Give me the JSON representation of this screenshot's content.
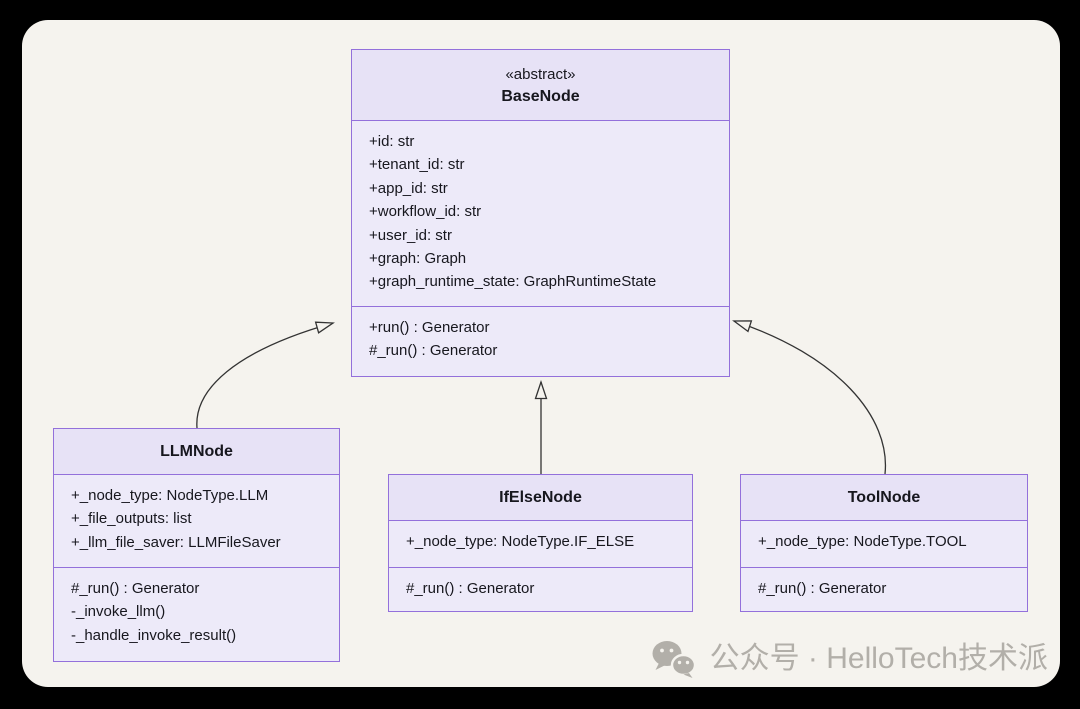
{
  "page": {
    "background": "#000000",
    "canvas_background": "#F5F3EE"
  },
  "diagram": {
    "type": "uml-class-diagram",
    "colors": {
      "node_border": "#9370DB",
      "node_header_fill": "#E7E2F6",
      "node_body_fill": "#EDEAF9",
      "arrow": "#333333",
      "text": "#17171E"
    },
    "classes": [
      {
        "stereotype": "«abstract»",
        "name": "BaseNode",
        "attributes": [
          "+id: str",
          "+tenant_id: str",
          "+app_id: str",
          "+workflow_id: str",
          "+user_id: str",
          "+graph: Graph",
          "+graph_runtime_state: GraphRuntimeState"
        ],
        "methods": [
          "+run() : Generator",
          "#_run() : Generator"
        ]
      },
      {
        "stereotype": "",
        "name": "LLMNode",
        "attributes": [
          "+_node_type: NodeType.LLM",
          "+_file_outputs: list",
          "+_llm_file_saver: LLMFileSaver"
        ],
        "methods": [
          "#_run() : Generator",
          "-_invoke_llm()",
          "-_handle_invoke_result()"
        ]
      },
      {
        "stereotype": "",
        "name": "IfElseNode",
        "attributes": [
          "+_node_type: NodeType.IF_ELSE"
        ],
        "methods": [
          "#_run() : Generator"
        ]
      },
      {
        "stereotype": "",
        "name": "ToolNode",
        "attributes": [
          "+_node_type: NodeType.TOOL"
        ],
        "methods": [
          "#_run() : Generator"
        ]
      }
    ],
    "relations": [
      {
        "from": "LLMNode",
        "to": "BaseNode",
        "type": "inheritance"
      },
      {
        "from": "IfElseNode",
        "to": "BaseNode",
        "type": "inheritance"
      },
      {
        "from": "ToolNode",
        "to": "BaseNode",
        "type": "inheritance"
      }
    ]
  },
  "watermark": {
    "text": "公众号 · HelloTech技术派",
    "icon": "wechat-icon",
    "color": "#B2AFA9"
  }
}
